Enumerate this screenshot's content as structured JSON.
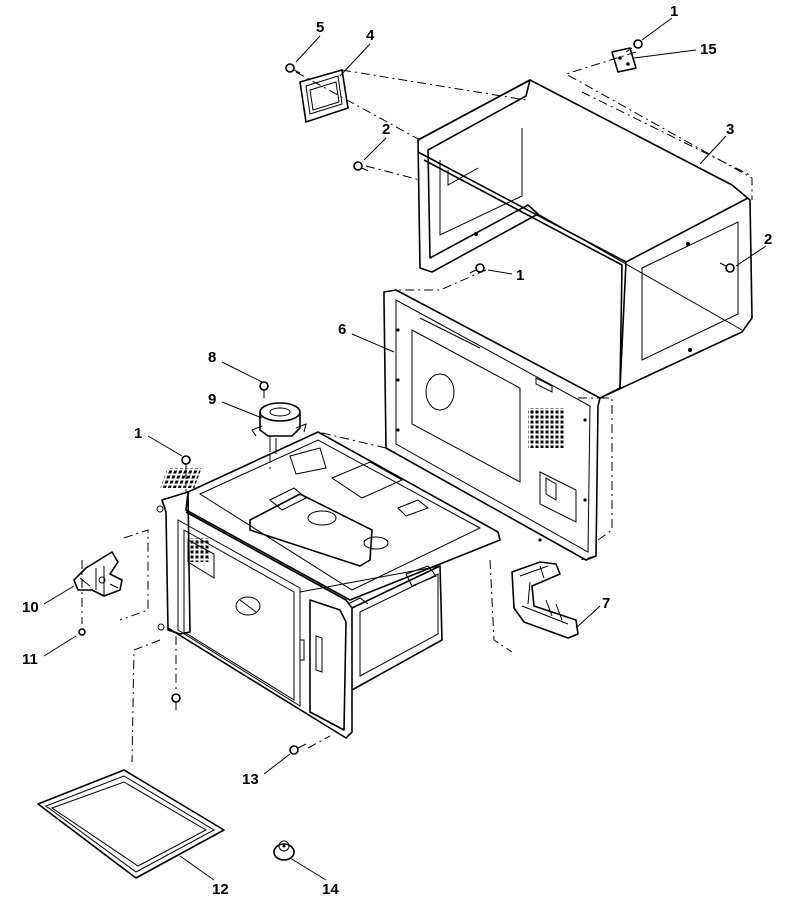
{
  "diagram": {
    "callouts": [
      {
        "id": "c1a",
        "text": "1"
      },
      {
        "id": "c15",
        "text": "15"
      },
      {
        "id": "c5",
        "text": "5"
      },
      {
        "id": "c4",
        "text": "4"
      },
      {
        "id": "c2a",
        "text": "2"
      },
      {
        "id": "c3",
        "text": "3"
      },
      {
        "id": "c2b",
        "text": "2"
      },
      {
        "id": "c1b",
        "text": "1"
      },
      {
        "id": "c6",
        "text": "6"
      },
      {
        "id": "c8",
        "text": "8"
      },
      {
        "id": "c9",
        "text": "9"
      },
      {
        "id": "c1c",
        "text": "1"
      },
      {
        "id": "c10",
        "text": "10"
      },
      {
        "id": "c11",
        "text": "11"
      },
      {
        "id": "c7",
        "text": "7"
      },
      {
        "id": "c13",
        "text": "13"
      },
      {
        "id": "c12",
        "text": "12"
      },
      {
        "id": "c14",
        "text": "14"
      }
    ]
  }
}
